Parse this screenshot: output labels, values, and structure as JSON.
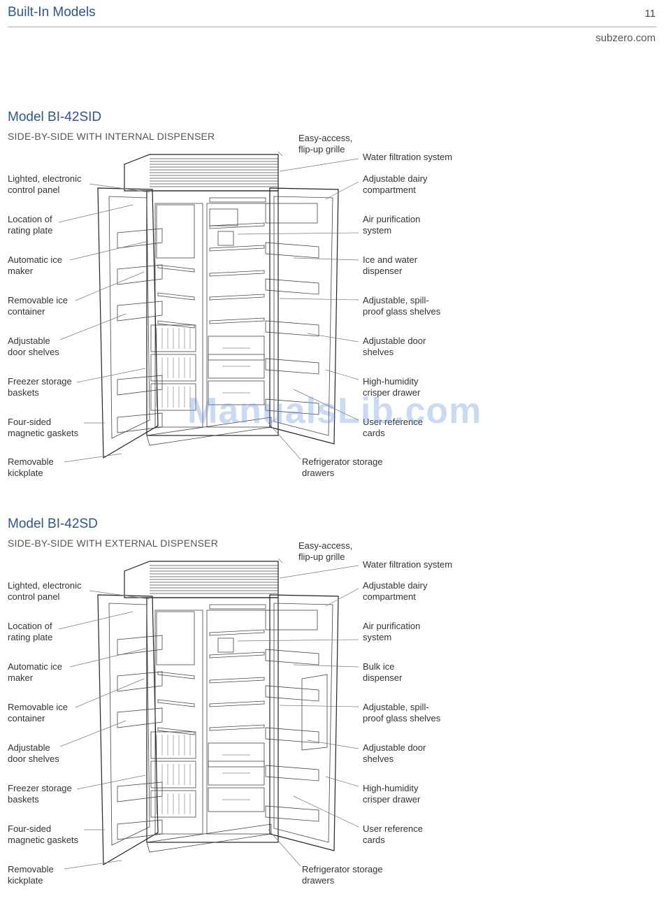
{
  "header": {
    "title": "Built-In Models",
    "page_number": "11",
    "site": "subzero.com"
  },
  "watermark": "ManualsLib.com",
  "models": [
    {
      "title": "Model BI-42SID",
      "subtitle": "SIDE-BY-SIDE WITH INTERNAL DISPENSER",
      "left_labels": [
        "Lighted, electronic\ncontrol panel",
        "Location of\nrating plate",
        "Automatic ice\nmaker",
        "Removable ice\ncontainer",
        "Adjustable\ndoor shelves",
        "Freezer storage\nbaskets",
        "Four-sided\nmagnetic gaskets",
        "Removable\nkickplate"
      ],
      "top_label": "Easy-access,\nflip-up grille",
      "right_labels": [
        "Water filtration system",
        "Adjustable dairy\ncompartment",
        "Air purification\nsystem",
        "Ice and water\ndispenser",
        "Adjustable, spill-\nproof glass shelves",
        "Adjustable door\nshelves",
        "High-humidity\ncrisper drawer",
        "User reference\ncards"
      ],
      "bottom_label": "Refrigerator storage\ndrawers"
    },
    {
      "title": "Model BI-42SD",
      "subtitle": "SIDE-BY-SIDE WITH EXTERNAL DISPENSER",
      "left_labels": [
        "Lighted, electronic\ncontrol panel",
        "Location of\nrating plate",
        "Automatic ice\nmaker",
        "Removable ice\ncontainer",
        "Adjustable\ndoor shelves",
        "Freezer storage\nbaskets",
        "Four-sided\nmagnetic gaskets",
        "Removable\nkickplate"
      ],
      "top_label": "Easy-access,\nflip-up grille",
      "right_labels": [
        "Water filtration system",
        "Adjustable dairy\ncompartment",
        "Air purification\nsystem",
        "Bulk ice\ndispenser",
        "Adjustable, spill-\nproof glass shelves",
        "Adjustable door\nshelves",
        "High-humidity\ncrisper drawer",
        "User reference\ncards"
      ],
      "bottom_label": "Refrigerator storage\ndrawers"
    }
  ]
}
